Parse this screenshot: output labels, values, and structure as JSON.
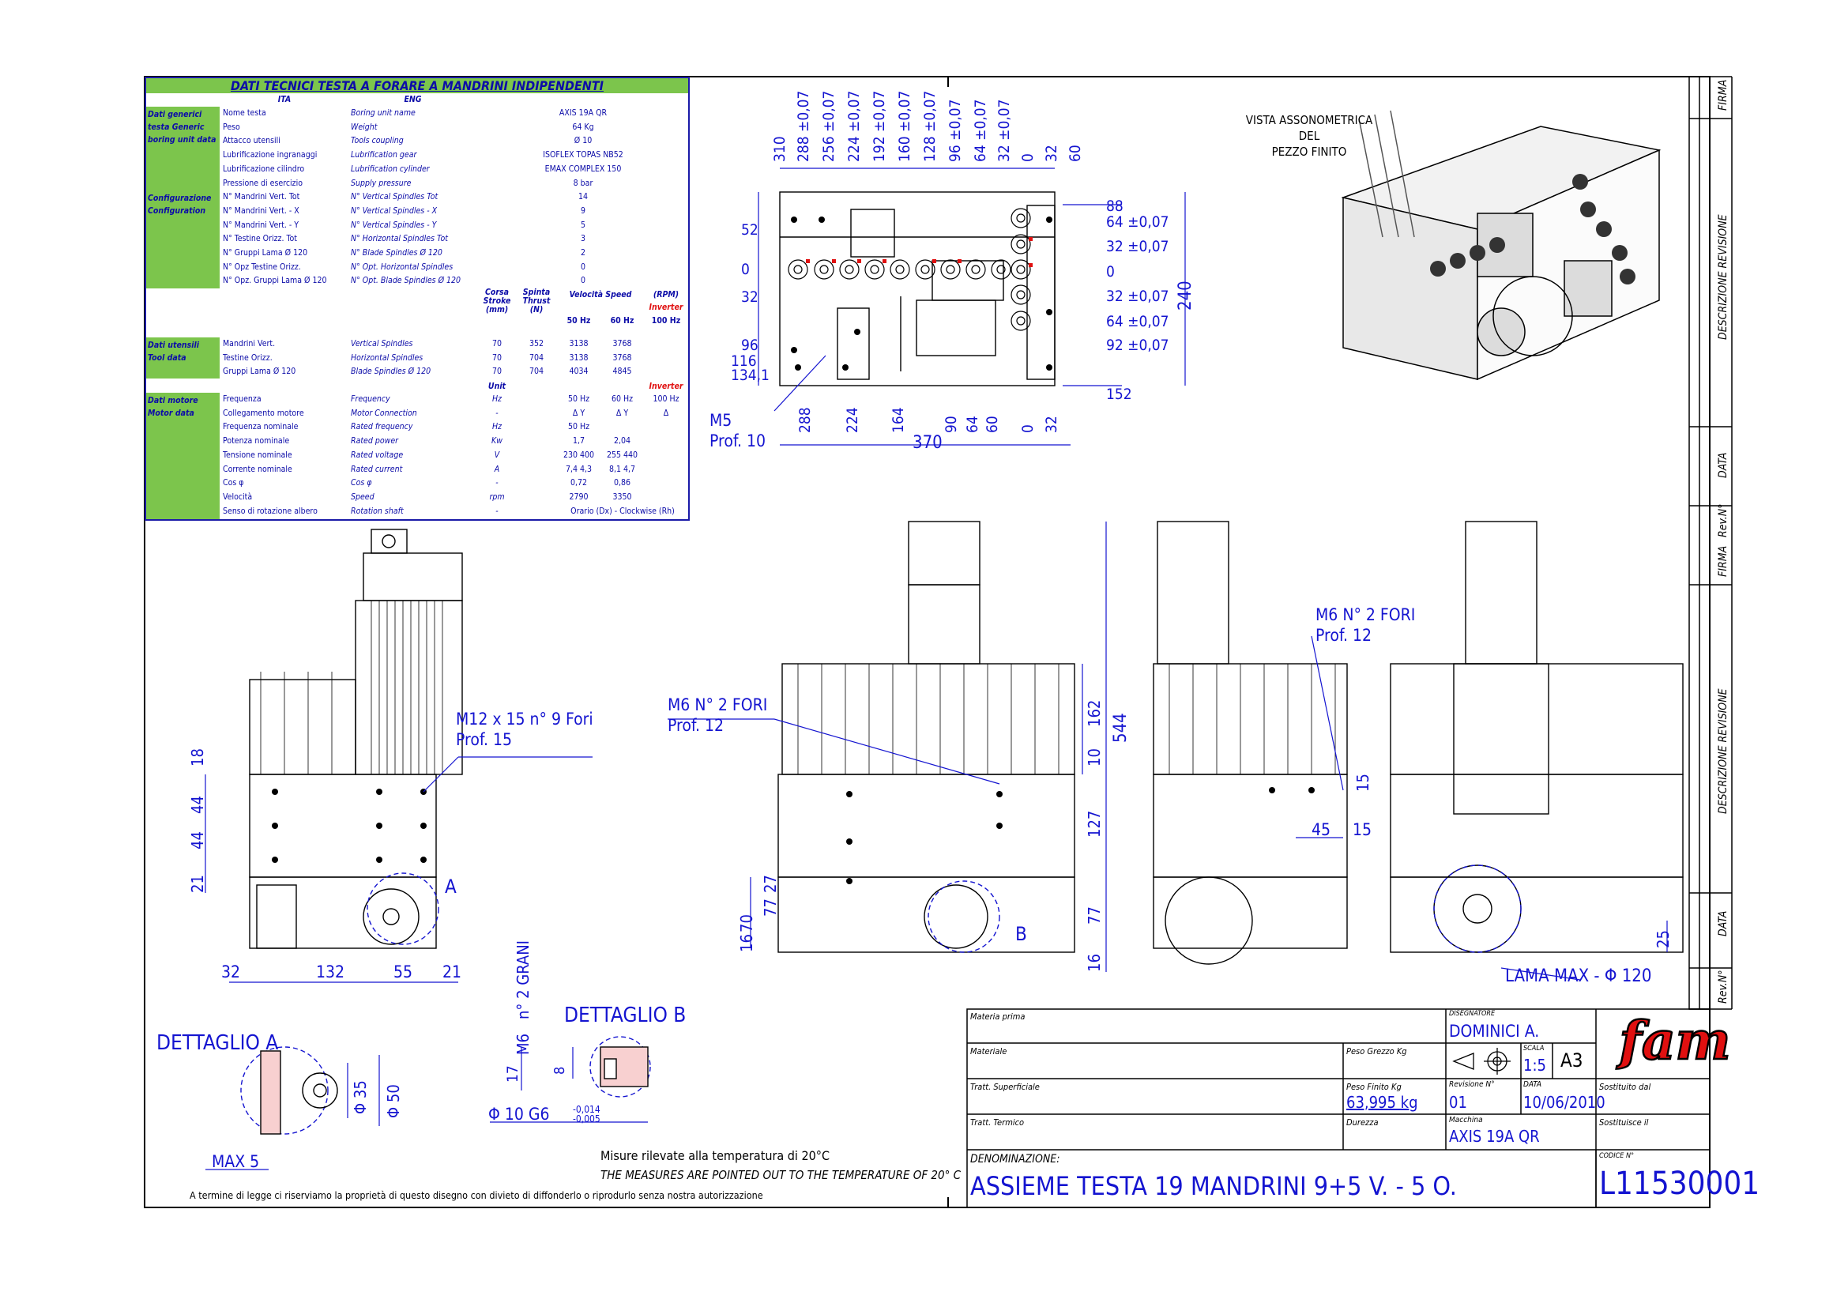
{
  "spec_table": {
    "title": "DATI TECNICI TESTA A FORARE A MANDRINI INDIPENDENTI",
    "col_ita": "ITA",
    "col_eng": "ENG",
    "groups": {
      "generic": "Dati generici testa Generic boring unit data",
      "config": "Configurazione Configuration",
      "tool": "Dati utensili Tool data",
      "motor": "Dati motore Motor data"
    },
    "generic_rows": [
      {
        "ita": "Nome testa",
        "eng": "Boring unit name",
        "val": "AXIS 19A QR"
      },
      {
        "ita": "Peso",
        "eng": "Weight",
        "val": "64 Kg"
      },
      {
        "ita": "Attacco utensili",
        "eng": "Tools coupling",
        "val": "Ø 10"
      },
      {
        "ita": "Lubrificazione ingranaggi",
        "eng": "Lubrification gear",
        "val": "ISOFLEX TOPAS NB52"
      },
      {
        "ita": "Lubrificazione cilindro",
        "eng": "Lubrification cylinder",
        "val": "EMAX COMPLEX 150"
      },
      {
        "ita": "Pressione di esercizio",
        "eng": "Supply pressure",
        "val": "8 bar"
      }
    ],
    "config_rows": [
      {
        "ita": "N° Mandrini Vert. Tot",
        "eng": "N° Vertical Spindles Tot",
        "val": "14"
      },
      {
        "ita": "N° Mandrini Vert. - X",
        "eng": "N° Vertical Spindles - X",
        "val": "9"
      },
      {
        "ita": "N° Mandrini Vert. - Y",
        "eng": "N° Vertical Spindles - Y",
        "val": "5"
      },
      {
        "ita": "N° Testine Orizz. Tot",
        "eng": "N° Horizontal Spindles Tot",
        "val": "3"
      },
      {
        "ita": "N° Gruppi Lama Ø 120",
        "eng": "N° Blade Spindles Ø 120",
        "val": "2"
      },
      {
        "ita": "N° Opz Testine Orizz.",
        "eng": "N° Opt. Horizontal Spindles",
        "val": "0"
      },
      {
        "ita": "N° Opz. Gruppi Lama Ø 120",
        "eng": "N° Opt. Blade Spindles Ø 120",
        "val": "0"
      }
    ],
    "tool_head": {
      "corsa": "Corsa Stroke (mm)",
      "spinta": "Spinta Thrust (N)",
      "speed": "Velocità Speed",
      "rpm": "(RPM)",
      "hz50": "50 Hz",
      "hz60": "60 Hz",
      "inverter": "Inverter",
      "hz100": "100 Hz"
    },
    "tool_rows": [
      {
        "ita": "Mandrini Vert.",
        "eng": "Vertical Spindles",
        "stroke": "70",
        "thrust": "352",
        "s50": "3138",
        "s60": "3768"
      },
      {
        "ita": "Testine Orizz.",
        "eng": "Horizontal Spindles",
        "stroke": "70",
        "thrust": "704",
        "s50": "3138",
        "s60": "3768"
      },
      {
        "ita": "Gruppi Lama Ø 120",
        "eng": "Blade Spindles Ø 120",
        "stroke": "70",
        "thrust": "704",
        "s50": "4034",
        "s60": "4845"
      }
    ],
    "motor_head": {
      "unit": "Unit",
      "hz50": "50 Hz",
      "hz60": "60 Hz",
      "inverter": "Inverter",
      "hz100": "100 Hz"
    },
    "motor_rows": [
      {
        "ita": "Frequenza",
        "eng": "Frequency",
        "unit": "Hz",
        "v50": "50 Hz",
        "v60": "60 Hz",
        "v100": "100 Hz"
      },
      {
        "ita": "Collegamento motore",
        "eng": "Motor Connection",
        "unit": "-",
        "v50": "Δ  Y",
        "v60": "Δ  Y",
        "v100": "Δ"
      },
      {
        "ita": "Frequenza nominale",
        "eng": "Rated frequency",
        "unit": "Hz",
        "v50": "50 Hz",
        "v60": "",
        "v100": ""
      },
      {
        "ita": "Potenza nominale",
        "eng": "Rated power",
        "unit": "Kw",
        "v50": "1,7",
        "v60": "2,04",
        "v100": ""
      },
      {
        "ita": "Tensione nominale",
        "eng": "Rated voltage",
        "unit": "V",
        "v50": "230  400",
        "v60": "255  440",
        "v100": ""
      },
      {
        "ita": "Corrente nominale",
        "eng": "Rated current",
        "unit": "A",
        "v50": "7,4  4,3",
        "v60": "8,1  4,7",
        "v100": ""
      },
      {
        "ita": "Cos φ",
        "eng": "Cos φ",
        "unit": "-",
        "v50": "0,72",
        "v60": "0,86",
        "v100": ""
      },
      {
        "ita": "Velocità",
        "eng": "Speed",
        "unit": "rpm",
        "v50": "2790",
        "v60": "3350",
        "v100": ""
      },
      {
        "ita": "Senso di rotazione albero",
        "eng": "Rotation shaft",
        "unit": "-",
        "v50": "Orario (Dx) - Clockwise (Rh)",
        "v60": "",
        "v100": ""
      }
    ]
  },
  "top_view": {
    "top_dims": [
      "310",
      "288 ±0,07",
      "256 ±0,07",
      "224 ±0,07",
      "192 ±0,07",
      "160 ±0,07",
      "128 ±0,07",
      "96 ±0,07",
      "64 ±0,07",
      "32 ±0,07",
      "0",
      "32",
      "60"
    ],
    "right_dims": [
      "88",
      "64 ±0,07",
      "32 ±0,07",
      "0",
      "32 ±0,07",
      "64 ±0,07",
      "92 ±0,07",
      "152"
    ],
    "right_total": "240",
    "left_dims": [
      "52",
      "0",
      "32",
      "96",
      "116",
      "134,1"
    ],
    "bottom_dims": [
      "288",
      "224",
      "164",
      "90",
      "64",
      "60",
      "0",
      "32"
    ],
    "bottom_total": "370",
    "m5_note": "M5",
    "m5_depth": "Prof. 10"
  },
  "iso_caption": [
    "VISTA ASSONOMETRICA",
    "DEL",
    "PEZZO FINITO"
  ],
  "view_left": {
    "note1": "M12 x 15   n° 9 Fori",
    "note2": "Prof. 15",
    "dims_v": [
      "18",
      "44",
      "44",
      "21"
    ],
    "dims_h": [
      "32",
      "132",
      "55",
      "21"
    ],
    "detail_mark": "A"
  },
  "view_front": {
    "note1": "M6   N° 2 FORI",
    "note2": "Prof. 12",
    "dims_right": [
      "162",
      "10",
      "127",
      "77",
      "16"
    ],
    "total": "544",
    "dims_left": [
      "27",
      "70",
      "77",
      "16"
    ],
    "detail_mark": "B"
  },
  "view_side": {
    "note1": "M6   N° 2 FORI",
    "note2": "Prof. 12",
    "dims": [
      "15",
      "45",
      "15"
    ]
  },
  "view_back": {
    "dim": "25",
    "lama_note": "LAMA MAX -  Φ 120"
  },
  "detail_a": {
    "title": "DETTAGLIO A",
    "d1": "Φ 35",
    "d2": "Φ 50",
    "max": "MAX 5"
  },
  "detail_b": {
    "title": "DETTAGLIO B",
    "m6": "M6",
    "grani": "n° 2 GRANI",
    "d17": "17",
    "d8": "8",
    "bore": "Φ 10 G6",
    "tol_up": "-0,014",
    "tol_dn": "-0,005"
  },
  "notes": {
    "temp_it": "Misure rilevate alla temperatura di  20°C",
    "temp_en": "THE MEASURES ARE POINTED OUT TO THE TEMPERATURE OF 20° C",
    "legal": "A termine  di  legge  ci  riserviamo  la  proprietà  di  questo  disegno  con  divieto  di  diffonderlo  o  riprodurlo  senza  nostra  autorizzazione"
  },
  "title_block": {
    "materia_prima": "Materia prima",
    "materiale": "Materiale",
    "tratt_sup": "Tratt. Superficiale",
    "tratt_term": "Tratt. Termico",
    "peso_grezzo": "Peso Grezzo Kg",
    "peso_finito": "Peso Finito Kg",
    "peso_finito_val": "63,995 kg",
    "durezza": "Durezza",
    "disegnatore": "DISEGNATORE",
    "disegnatore_val": "DOMINICI A.",
    "scala": "SCALA",
    "scala_val": "1:5",
    "format": "A3",
    "revisione": "Revisione  N°",
    "revisione_val": "01",
    "data": "DATA",
    "data_val": "10/06/2010",
    "macchina": "Macchina",
    "macchina_val": "AXIS 19A QR",
    "sostituito": "Sostituito dal",
    "sostituisce": "Sostituisce il",
    "denominazione": "DENOMINAZIONE:",
    "denominazione_val": "ASSIEME TESTA 19 MANDRINI 9+5 V. - 5 O.",
    "codice": "CODICE N°",
    "codice_val": "L11530001",
    "logo": "fam"
  },
  "revision_column": [
    "FIRMA",
    "DESCRIZIONE REVISIONE",
    "DATA",
    "Rev.N°",
    "FIRMA",
    "DESCRIZIONE REVISIONE",
    "DATA",
    "Rev.N°"
  ]
}
